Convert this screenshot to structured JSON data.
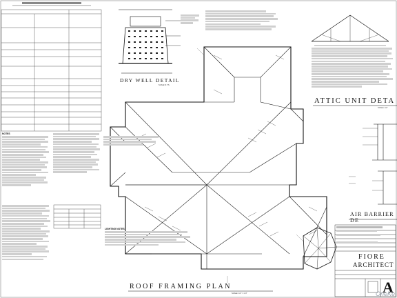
{
  "sheet": {
    "main_title": "ROOF FRAMING PLAN",
    "main_scale": "SCALE: 1/4\" = 1'-0\"",
    "drywell_title": "DRY WELL DETAIL",
    "drywell_scale": "SCALE N.T.S.",
    "attic_title": "ATTIC UNIT DETA",
    "attic_scale": "SCALE: 1/2\"",
    "air_barrier_title": "AIR BARRIER DE",
    "lighting_notes_title": "LIGHTING NOTES",
    "notes_title": "NOTES",
    "firm_name": "FIORE",
    "firm_sub": "ARCHITECT",
    "sheet_letter": "A",
    "watermark": "OneKe"
  }
}
